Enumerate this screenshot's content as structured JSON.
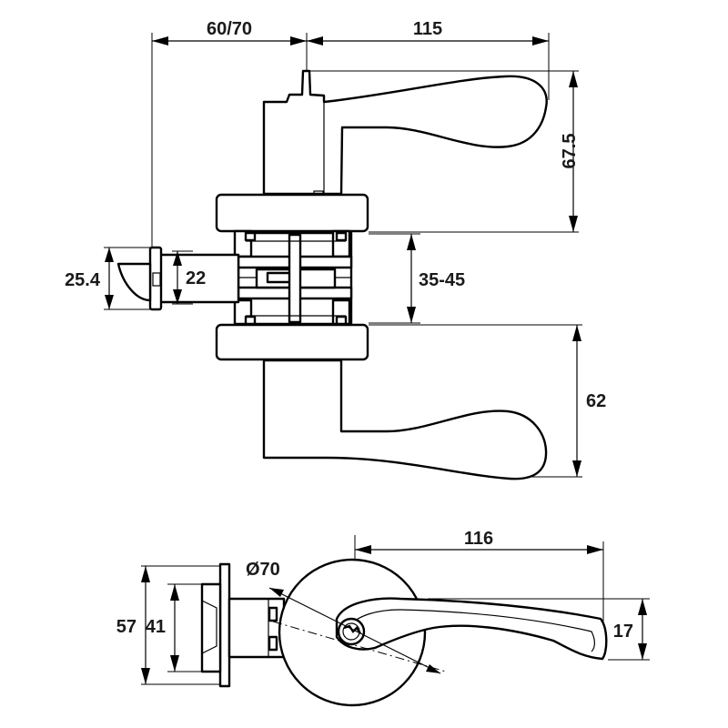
{
  "dimensions": {
    "backset": "60/70",
    "lever_length": "115",
    "lever_height": "67.5",
    "latch_face_height": "25.4",
    "latch_bolt_height": "22",
    "door_thickness": "35-45",
    "rose_to_lever_bottom": "62",
    "lever_reach": "116",
    "rose_diameter": "Ø70",
    "faceplate_height": "57",
    "faceplate_inner": "41",
    "lever_grip": "17"
  }
}
